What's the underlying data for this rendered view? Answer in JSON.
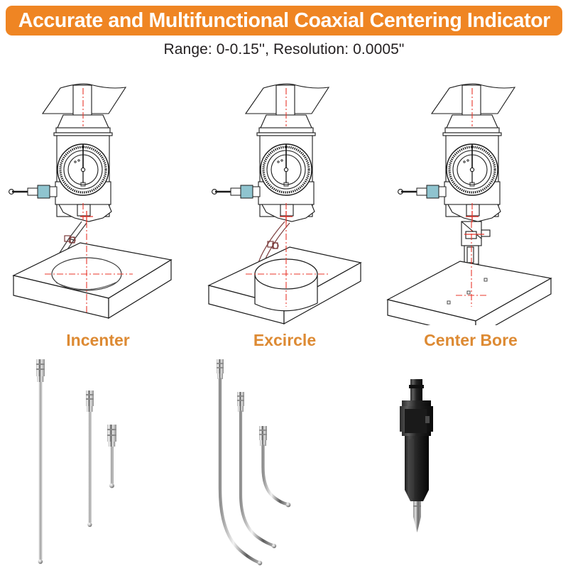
{
  "header": {
    "title": "Accurate and Multifunctional Coaxial Centering Indicator",
    "subtitle": "Range: 0-0.15'', Resolution: 0.0005\"",
    "banner_color": "#ef8523",
    "title_text_color": "#ffffff",
    "subtitle_color": "#231f20"
  },
  "labels": {
    "color": "#dd8a33",
    "items": [
      {
        "id": "incenter",
        "text": "Incenter"
      },
      {
        "id": "excircle",
        "text": "Excircle"
      },
      {
        "id": "center-bore",
        "text": "Center Bore"
      }
    ]
  },
  "diagrams": [
    {
      "id": "incenter",
      "mode": "Incenter",
      "description": "Coaxial centering indicator with straight ball stylus probing the inside wall of a bore in a rectangular workpiece block",
      "workpiece": "rectangular block with through hole",
      "stylus_type": "straight ball stylus",
      "centerline_color": "#e8352a",
      "line_color": "#1a1a1a",
      "accent_color": "#8fc4cf"
    },
    {
      "id": "excircle",
      "mode": "Excircle",
      "description": "Coaxial centering indicator with curved hook stylus probing the outside wall of a cylindrical boss on a rectangular workpiece block",
      "workpiece": "rectangular block with cylindrical boss",
      "stylus_type": "curved hook stylus",
      "centerline_color": "#e8352a",
      "line_color": "#1a1a1a",
      "accent_color": "#8fc4cf"
    },
    {
      "id": "center-bore",
      "mode": "Center Bore",
      "description": "Coaxial centering indicator with conical center point probe locating a scribed center mark on a flat rectangular workpiece block",
      "workpiece": "flat rectangular block with scribed marks",
      "stylus_type": "conical center point probe",
      "centerline_color": "#e8352a",
      "line_color": "#1a1a1a",
      "accent_color": "#8fc4cf"
    }
  ],
  "accessories": [
    {
      "id": "straight-styli",
      "for": "Incenter",
      "kind": "straight probe styli set",
      "count": 3,
      "items": [
        {
          "name": "long straight stylus",
          "relative_length": "long"
        },
        {
          "name": "medium straight stylus",
          "relative_length": "medium"
        },
        {
          "name": "short straight stylus",
          "relative_length": "short"
        }
      ]
    },
    {
      "id": "curved-styli",
      "for": "Excircle",
      "kind": "curved hook styli set",
      "count": 3,
      "items": [
        {
          "name": "long curved stylus",
          "relative_length": "long"
        },
        {
          "name": "medium curved stylus",
          "relative_length": "medium"
        },
        {
          "name": "short curved stylus",
          "relative_length": "short"
        }
      ]
    },
    {
      "id": "center-bore-probe",
      "for": "Center Bore",
      "kind": "center bore point probe assembly",
      "count": 1,
      "items": [
        {
          "name": "black anodized center point probe",
          "relative_length": "single"
        }
      ]
    }
  ]
}
